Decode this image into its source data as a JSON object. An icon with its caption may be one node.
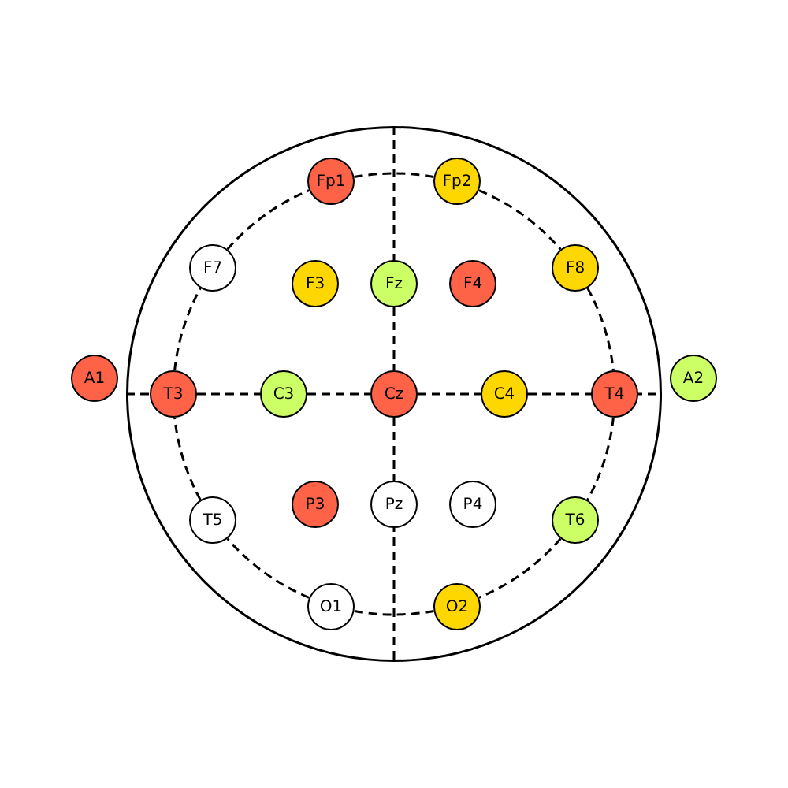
{
  "diagram": {
    "nodes": [
      {
        "text": [],
        "shape": "circle"
      },
      {
        "text": [
          "Fp1"
        ],
        "in": 0
      },
      {
        "text": [
          "Fp2"
        ],
        "in": 0
      },
      {
        "text": [
          "F7"
        ],
        "in": 0
      },
      {
        "text": [
          "F3"
        ],
        "in": 0
      },
      {
        "text": [
          "Fz"
        ],
        "in": 0
      },
      {
        "text": [
          "F4"
        ],
        "in": 0
      },
      {
        "text": [
          "F8"
        ],
        "in": 0
      },
      {
        "text": [
          "A1"
        ]
      },
      {
        "text": [
          "T3"
        ],
        "in": 0
      },
      {
        "text": [
          "C3"
        ],
        "in": 0
      },
      {
        "text": [
          "Cz"
        ],
        "in": 0
      },
      {
        "text": [
          "C4"
        ],
        "in": 0
      },
      {
        "text": [
          "T4"
        ],
        "in": 0
      },
      {
        "text": [
          "A2"
        ]
      },
      {
        "text": [
          "T5"
        ],
        "in": 0
      },
      {
        "text": [
          "P3"
        ],
        "in": 0
      },
      {
        "text": [
          "Pz"
        ],
        "in": 0
      },
      {
        "text": [
          "P4"
        ],
        "in": 0
      },
      {
        "text": [
          "T6"
        ],
        "in": 0
      },
      {
        "text": [
          "O1"
        ],
        "in": 0
      },
      {
        "text": [
          "O2"
        ],
        "in": 0
      }
    ],
    "edges": [
      {
        "from": 1,
        "to": 2,
        "arrow": "none",
        "style": "dashed"
      },
      {
        "from": 2,
        "to": 7,
        "arrow": "none",
        "style": "dashed"
      },
      {
        "from": 7,
        "to": 13,
        "arrow": "none",
        "style": "dashed"
      },
      {
        "from": 13,
        "to": 19,
        "arrow": "none",
        "style": "dashed"
      },
      {
        "from": 19,
        "to": 21,
        "arrow": "none",
        "style": "dashed"
      },
      {
        "from": 21,
        "to": 20,
        "arrow": "none",
        "style": "dashed"
      },
      {
        "from": 20,
        "to": 15,
        "arrow": "none",
        "style": "dashed"
      },
      {
        "from": 15,
        "to": 9,
        "arrow": "none",
        "style": "dashed"
      },
      {
        "from": 9,
        "to": 3,
        "arrow": "none",
        "style": "dashed"
      },
      {
        "from": 3,
        "to": 1,
        "arrow": "none",
        "style": "dashed"
      },
      {
        "from": 0,
        "to": 5,
        "arrow": "none",
        "style": "dashed"
      },
      {
        "from": 5,
        "to": 11,
        "arrow": "none",
        "style": "dashed"
      },
      {
        "from": 11,
        "to": 17,
        "arrow": "none",
        "style": "dashed"
      },
      {
        "from": 17,
        "to": 0,
        "arrow": "none",
        "style": "dashed"
      },
      {
        "from": 0,
        "to": 9,
        "arrow": "none",
        "style": "dashed"
      },
      {
        "from": 9,
        "to": 10,
        "arrow": "none",
        "style": "dashed"
      },
      {
        "from": 10,
        "to": 11,
        "arrow": "none",
        "style": "dashed"
      },
      {
        "from": 11,
        "to": 12,
        "arrow": "none",
        "style": "dashed"
      },
      {
        "from": 12,
        "to": 13,
        "arrow": "none",
        "style": "dashed"
      },
      {
        "from": 13,
        "to": 0,
        "arrow": "none",
        "style": "dashed"
      }
    ]
  }
}
